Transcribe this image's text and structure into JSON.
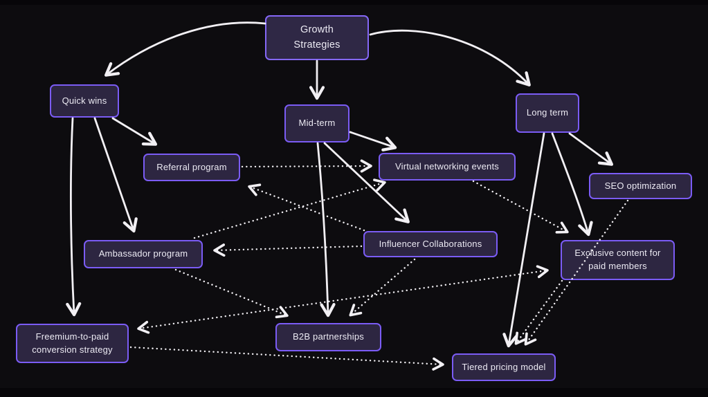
{
  "app": {
    "background_color": "#0d0c0f",
    "accent_color": "#7b5cf5",
    "node_fill_color": "#2d2641",
    "node_text_color": "#eceaf3",
    "edge_color": "#f2f0f4"
  },
  "diagram": {
    "nodes": {
      "growth": {
        "label": "Growth Strategies"
      },
      "quick_wins": {
        "label": "Quick wins"
      },
      "mid_term": {
        "label": "Mid-term"
      },
      "long_term": {
        "label": "Long term"
      },
      "referral": {
        "label": "Referral program"
      },
      "virtual_events": {
        "label": "Virtual networking events"
      },
      "seo": {
        "label": "SEO optimization"
      },
      "ambassador": {
        "label": "Ambassador program"
      },
      "influencer": {
        "label": "Influencer Collaborations"
      },
      "exclusive": {
        "label": "Exclusive content for paid members"
      },
      "freemium": {
        "label": "Freemium-to-paid conversion strategy"
      },
      "b2b": {
        "label": "B2B partnerships"
      },
      "tiered": {
        "label": "Tiered pricing model"
      }
    },
    "edges": {
      "solid": [
        {
          "from": "Growth Strategies",
          "to": "Quick wins"
        },
        {
          "from": "Growth Strategies",
          "to": "Mid-term"
        },
        {
          "from": "Growth Strategies",
          "to": "Long term"
        },
        {
          "from": "Quick wins",
          "to": "Referral program"
        },
        {
          "from": "Quick wins",
          "to": "Ambassador program"
        },
        {
          "from": "Quick wins",
          "to": "Freemium-to-paid conversion strategy"
        },
        {
          "from": "Mid-term",
          "to": "Virtual networking events"
        },
        {
          "from": "Mid-term",
          "to": "Influencer Collaborations"
        },
        {
          "from": "Mid-term",
          "to": "B2B partnerships"
        },
        {
          "from": "Long term",
          "to": "SEO optimization"
        },
        {
          "from": "Long term",
          "to": "Exclusive content for paid members"
        },
        {
          "from": "Long term",
          "to": "Tiered pricing model"
        }
      ],
      "dotted": [
        {
          "from": "Referral program",
          "to": "Virtual networking events"
        },
        {
          "from": "Ambassador program",
          "to": "Virtual networking events"
        },
        {
          "from": "Influencer Collaborations",
          "to": "Referral program"
        },
        {
          "from": "Influencer Collaborations",
          "to": "Ambassador program"
        },
        {
          "from": "Influencer Collaborations",
          "to": "B2B partnerships"
        },
        {
          "from": "Ambassador program",
          "to": "B2B partnerships"
        },
        {
          "from": "Virtual networking events",
          "to": "Exclusive content for paid members"
        },
        {
          "from": "Freemium-to-paid conversion strategy",
          "to": "Exclusive content for paid members",
          "bidirectional": true
        },
        {
          "from": "Freemium-to-paid conversion strategy",
          "to": "Tiered pricing model"
        },
        {
          "from": "SEO optimization",
          "to": "Tiered pricing model"
        },
        {
          "from": "Exclusive content for paid members",
          "to": "Tiered pricing model"
        }
      ]
    }
  }
}
